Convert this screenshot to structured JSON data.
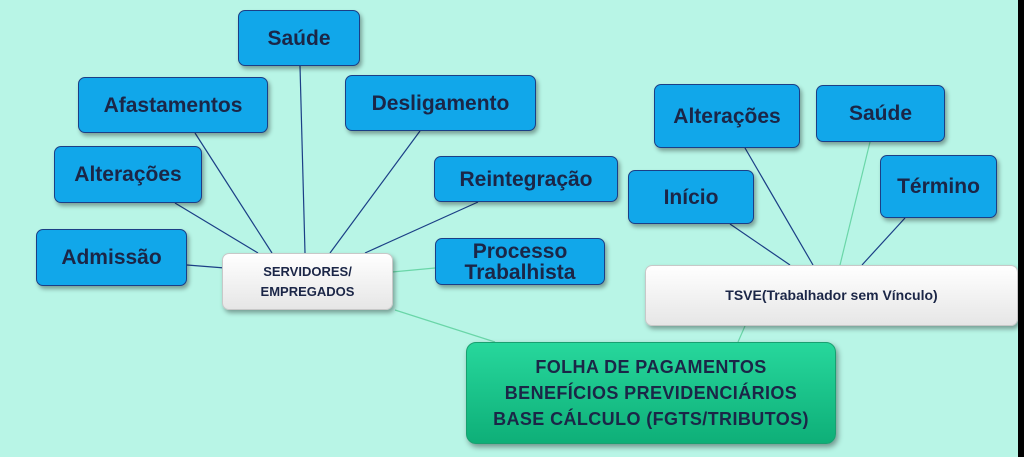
{
  "colors": {
    "background": "#b8f5e6",
    "node_fill": "#11a7ea",
    "node_border": "#1b3f86",
    "text": "#1b2647",
    "central_fill": "#1ec68a",
    "connector_blue": "#1b3f86",
    "connector_green": "#6ad6a8"
  },
  "central": {
    "line1": "FOLHA DE PAGAMENTOS",
    "line2": "BENEFÍCIOS PREVIDENCIÁRIOS",
    "line3": "BASE CÁLCULO (FGTS/TRIBUTOS)"
  },
  "servidores": {
    "hub_line1": "SERVIDORES/",
    "hub_line2": "EMPREGADOS",
    "nodes": {
      "admissao": "Admissão",
      "alteracoes": "Alterações",
      "afastamentos": "Afastamentos",
      "saude": "Saúde",
      "desligamento": "Desligamento",
      "reintegracao": "Reintegração",
      "processo_line1": "Processo",
      "processo_line2": "Trabalhista"
    }
  },
  "tsve": {
    "hub": "TSVE(Trabalhador sem Vínculo)",
    "nodes": {
      "inicio": "Início",
      "alteracoes": "Alterações",
      "saude": "Saúde",
      "termino": "Término"
    }
  }
}
